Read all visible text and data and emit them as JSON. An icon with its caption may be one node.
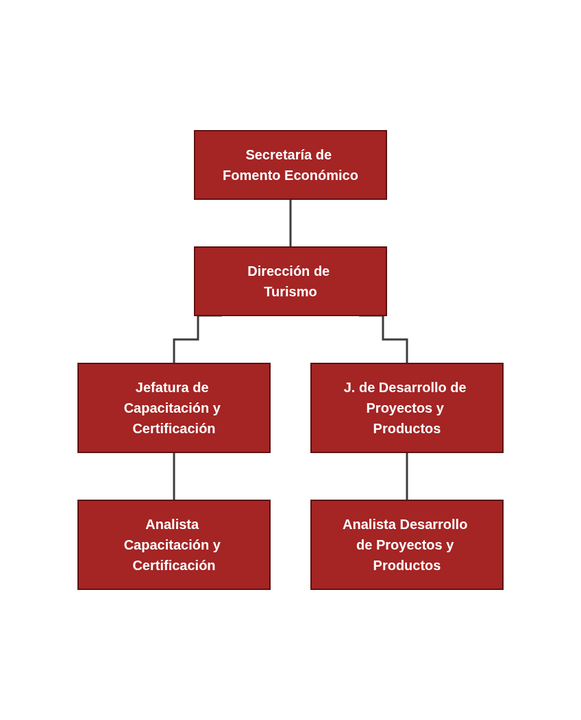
{
  "diagram": {
    "nodes": [
      {
        "text": [
          "Secretaría de Fomento Económico"
        ]
      },
      {
        "text": [
          "Dirección de Turismo"
        ]
      },
      {
        "text": [
          "Jefatura de Capacitación y Certificación"
        ]
      },
      {
        "text": [
          "J. de Desarrollo de Proyectos y Productos"
        ]
      },
      {
        "text": [
          "Analista Capacitación y Certificación"
        ]
      },
      {
        "text": [
          "Analista Desarrollo de Proyectos y Productos"
        ]
      }
    ],
    "edges": [
      {
        "from": 0,
        "to": 1,
        "arrow": "none"
      },
      {
        "from": 1,
        "to": 2,
        "arrow": "none"
      },
      {
        "from": 1,
        "to": 3,
        "arrow": "none"
      },
      {
        "from": 2,
        "to": 4,
        "arrow": "none"
      },
      {
        "from": 3,
        "to": 5,
        "arrow": "none"
      }
    ]
  }
}
